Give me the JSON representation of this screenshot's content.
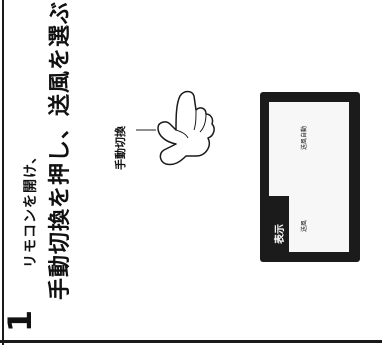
{
  "step": {
    "number": "1",
    "line_small": "リモコンを開け、",
    "line_big": "手動切換を押し、送風を選ぶ"
  },
  "hand_label": "手動切換",
  "display_panel": {
    "tag_label": "表示",
    "line_top": "送風自動",
    "line_bottom": "送風"
  }
}
